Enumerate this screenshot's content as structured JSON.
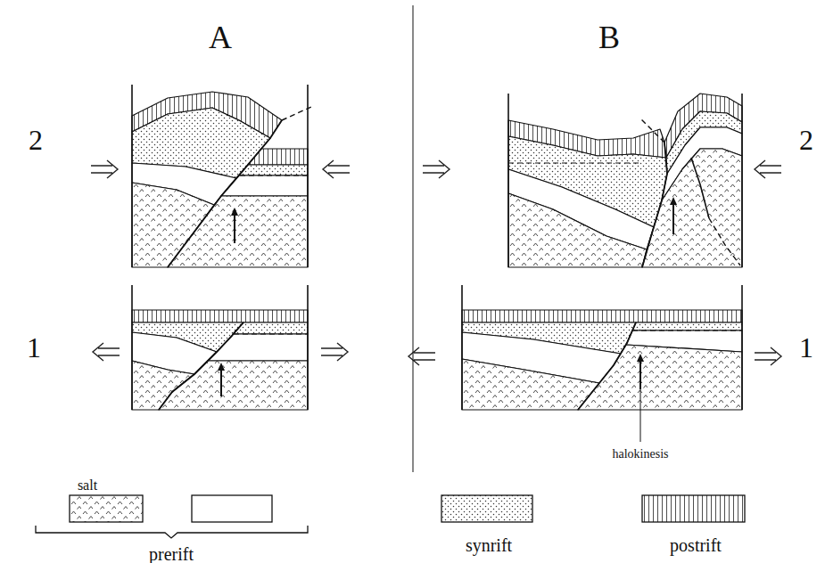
{
  "diagram": {
    "labels": [
      "A",
      "B",
      "2",
      "2",
      "1",
      "1",
      "halokinesis"
    ],
    "legend": [
      {
        "text": "salt"
      },
      {
        "text": "prerift"
      },
      {
        "text": "synrift"
      },
      {
        "text": "postrift"
      }
    ]
  }
}
